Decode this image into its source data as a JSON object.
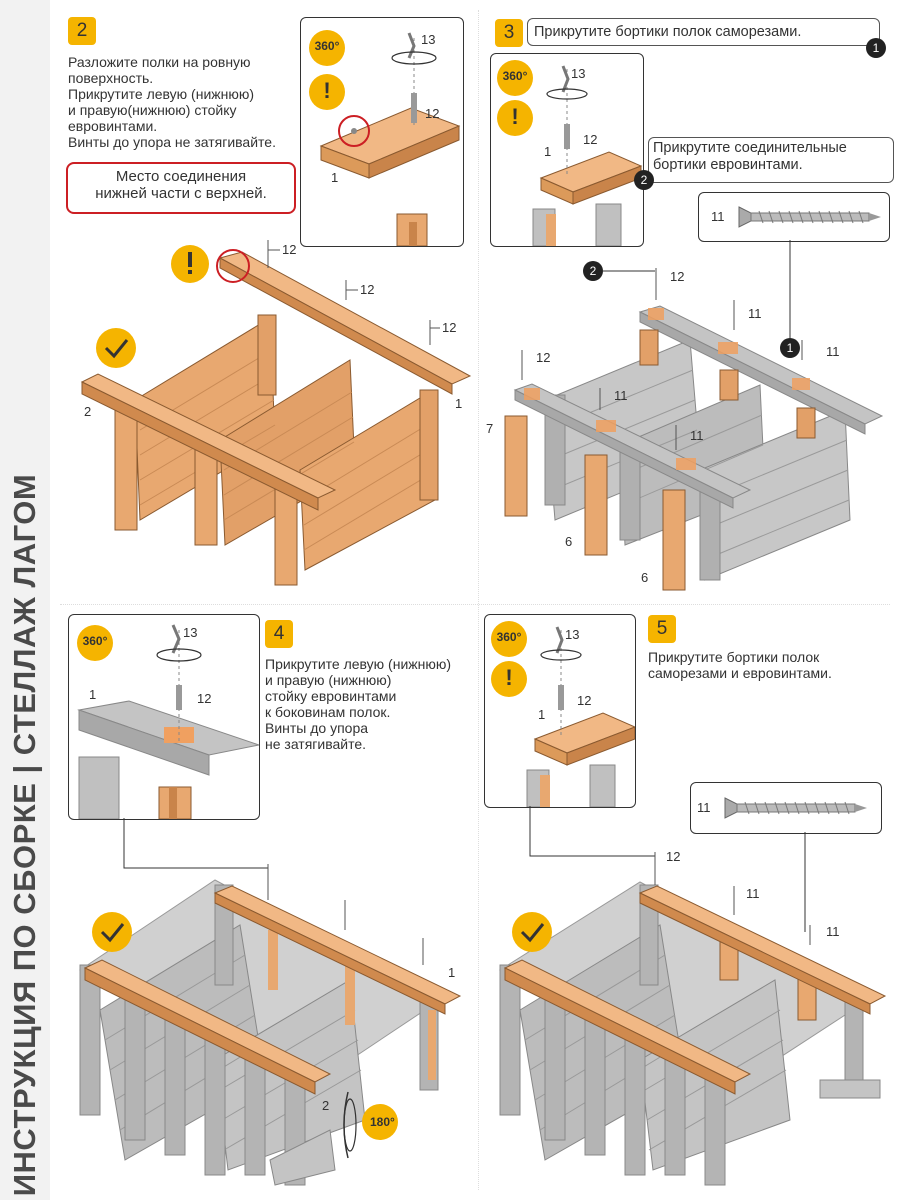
{
  "sidebar_title": "ИНСТРУКЦИЯ ПО СБОРКЕ | СТЕЛЛАЖ ЛАГОМ",
  "step2": {
    "number": "2",
    "text": "Разложите полки на ровную\nповерхность.\nПрикрутите левую (нижнюю)\nи правую(нижнюю) стойку\nевровинтами.\nВинты до упора не затягивайте.",
    "note": "Место соединения\nнижней части с верхней.",
    "inset": {
      "badge": "360°",
      "labels": [
        "13",
        "12",
        "1"
      ]
    },
    "labels": [
      "12",
      "12",
      "12",
      "1",
      "2"
    ]
  },
  "step3": {
    "number": "3",
    "instruction": "Прикрутите бортики полок саморезами.",
    "marker1": "1",
    "callout2": "Прикрутите соединительные\nбортики евровинтами.",
    "marker2": "2",
    "inset": {
      "badge": "360°",
      "labels": [
        "13",
        "12",
        "1"
      ]
    },
    "screw_label": "11",
    "labels": [
      "12",
      "11",
      "11",
      "12",
      "11",
      "11",
      "7",
      "6",
      "6"
    ]
  },
  "step4": {
    "number": "4",
    "text": "Прикрутите левую (нижнюю)\nи правую (нижнюю)\nстойку евровинтами\nк боковинам полок.\nВинты до упора\nне затягивайте.",
    "inset": {
      "badge": "360°",
      "labels": [
        "13",
        "12",
        "1"
      ]
    },
    "rotate": "180°",
    "labels": [
      "1",
      "2"
    ]
  },
  "step5": {
    "number": "5",
    "text": "Прикрутите бортики полок\nсаморезами и евровинтами.",
    "inset": {
      "badge": "360°",
      "labels": [
        "13",
        "12",
        "1"
      ]
    },
    "screw_label": "11",
    "labels": [
      "12",
      "11",
      "11"
    ]
  },
  "colors": {
    "wood": "#e8a870",
    "metal": "#b8b8b8",
    "accent": "#f5b400",
    "alert": "#cc1f24"
  }
}
